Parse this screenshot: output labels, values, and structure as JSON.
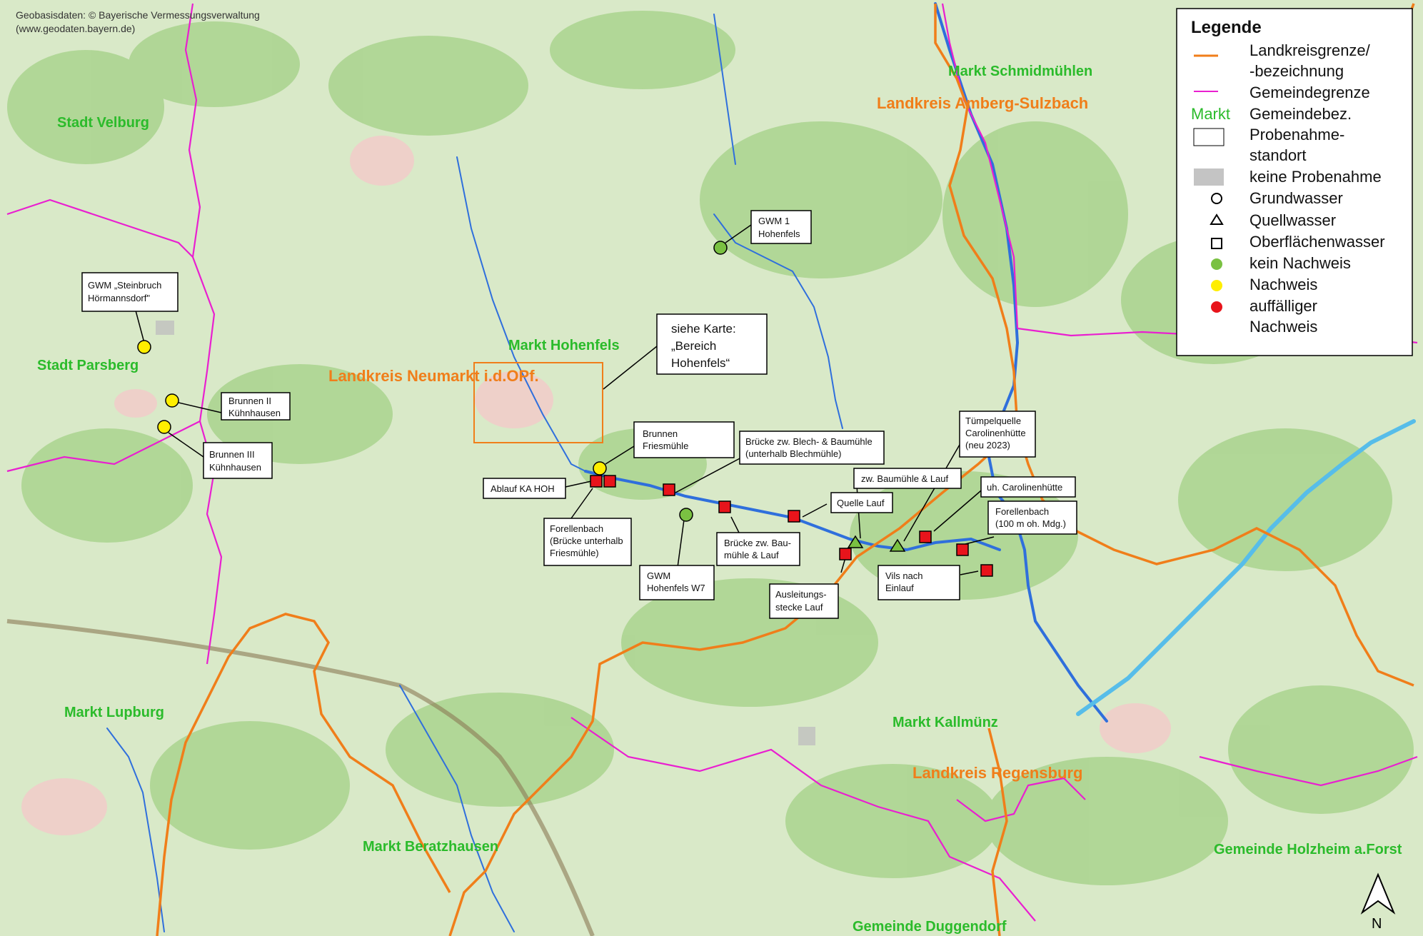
{
  "credit": {
    "line1": "Geobasisdaten: © Bayerische Vermessungsverwaltung",
    "line2": "(www.geodaten.bayern.de)"
  },
  "places": {
    "velburg": "Stadt Velburg",
    "parsberg": "Stadt Parsberg",
    "lupburg": "Markt Lupburg",
    "beratzhausen": "Markt Beratzhausen",
    "hohenfels": "Markt Hohenfels",
    "schmidmuehlen": "Markt Schmidmühlen",
    "kallmuenz": "Markt Kallmünz",
    "duggendorf": "Gemeinde Duggendorf",
    "holzheim": "Gemeinde Holzheim a.Forst",
    "lk_neumarkt": "Landkreis Neumarkt i.d.OPf.",
    "lk_amberg": "Landkreis Amberg-Sulzbach",
    "lk_regensburg": "Landkreis Regensburg"
  },
  "labels": {
    "gwm_steinbruch": [
      "GWM „Steinbruch",
      "Hörmannsdorf\""
    ],
    "brunnen2": [
      "Brunnen II",
      "Kühnhausen"
    ],
    "brunnen3": [
      "Brunnen III",
      "Kühnhausen"
    ],
    "gwm1": [
      "GWM 1",
      "Hohenfels"
    ],
    "siehe_karte": [
      "siehe Karte:",
      "„Bereich",
      "Hohenfels“"
    ],
    "brunnen_friesmuehle": [
      "Brunnen",
      "Friesmühle"
    ],
    "ablauf_ka": [
      "Ablauf KA HOH"
    ],
    "forellenbach_bruecke": [
      "Forellenbach",
      "(Brücke unterhalb",
      "Friesmühle)"
    ],
    "gwm_w7": [
      "GWM",
      "Hohenfels W7"
    ],
    "bruecke_blech": [
      "Brücke zw. Blech- & Baumühle",
      "(unterhalb Blechmühle)"
    ],
    "bruecke_bau": [
      "Brücke zw. Bau-",
      "mühle & Lauf"
    ],
    "zw_baumuehle": [
      "zw. Baumühle & Lauf"
    ],
    "quelle_lauf": [
      "Quelle Lauf"
    ],
    "ausleitung": [
      "Ausleitungs-",
      "stecke  Lauf"
    ],
    "tuempelquelle": [
      "Tümpelquelle",
      "Carolinenhütte",
      "(neu 2023)"
    ],
    "uh_carolinen": [
      "uh. Carolinenhütte"
    ],
    "forellenbach_100": [
      "Forellenbach",
      "(100 m oh. Mdg.)"
    ],
    "vils_einlauf": [
      "Vils nach",
      "Einlauf"
    ]
  },
  "legend": {
    "title": "Legende",
    "items": [
      {
        "symbol": "orange-line",
        "text": [
          "Landkreisgrenze/",
          "-bezeichnung"
        ]
      },
      {
        "symbol": "magenta-line",
        "text": [
          "Gemeindegrenze"
        ]
      },
      {
        "symbol": "markt-text",
        "sym_text": "Markt",
        "text": [
          "Gemeindebez."
        ]
      },
      {
        "symbol": "white-rect",
        "text": [
          "Probenahme-",
          "standort"
        ]
      },
      {
        "symbol": "grey-rect",
        "text": [
          "keine Probenahme"
        ]
      },
      {
        "symbol": "circle",
        "text": [
          "Grundwasser"
        ]
      },
      {
        "symbol": "triangle",
        "text": [
          "Quellwasser"
        ]
      },
      {
        "symbol": "square",
        "text": [
          "Oberflächenwasser"
        ]
      },
      {
        "symbol": "green-dot",
        "text": [
          "kein Nachweis"
        ]
      },
      {
        "symbol": "yellow-dot",
        "text": [
          "Nachweis"
        ]
      },
      {
        "symbol": "red-dot",
        "text": [
          "auffälliger",
          "Nachweis"
        ]
      }
    ]
  },
  "north_label": "N",
  "colors": {
    "terrain": "#d9e9c8",
    "forest": "#a9d38e",
    "district_border": "#f07e1a",
    "municipal_border": "#e91fd0",
    "river": "#2f6fdc",
    "muni_label": "#2bbb2b",
    "no_detection": "#7ac142",
    "detection": "#ffee00",
    "notable_detection": "#e8141b"
  }
}
